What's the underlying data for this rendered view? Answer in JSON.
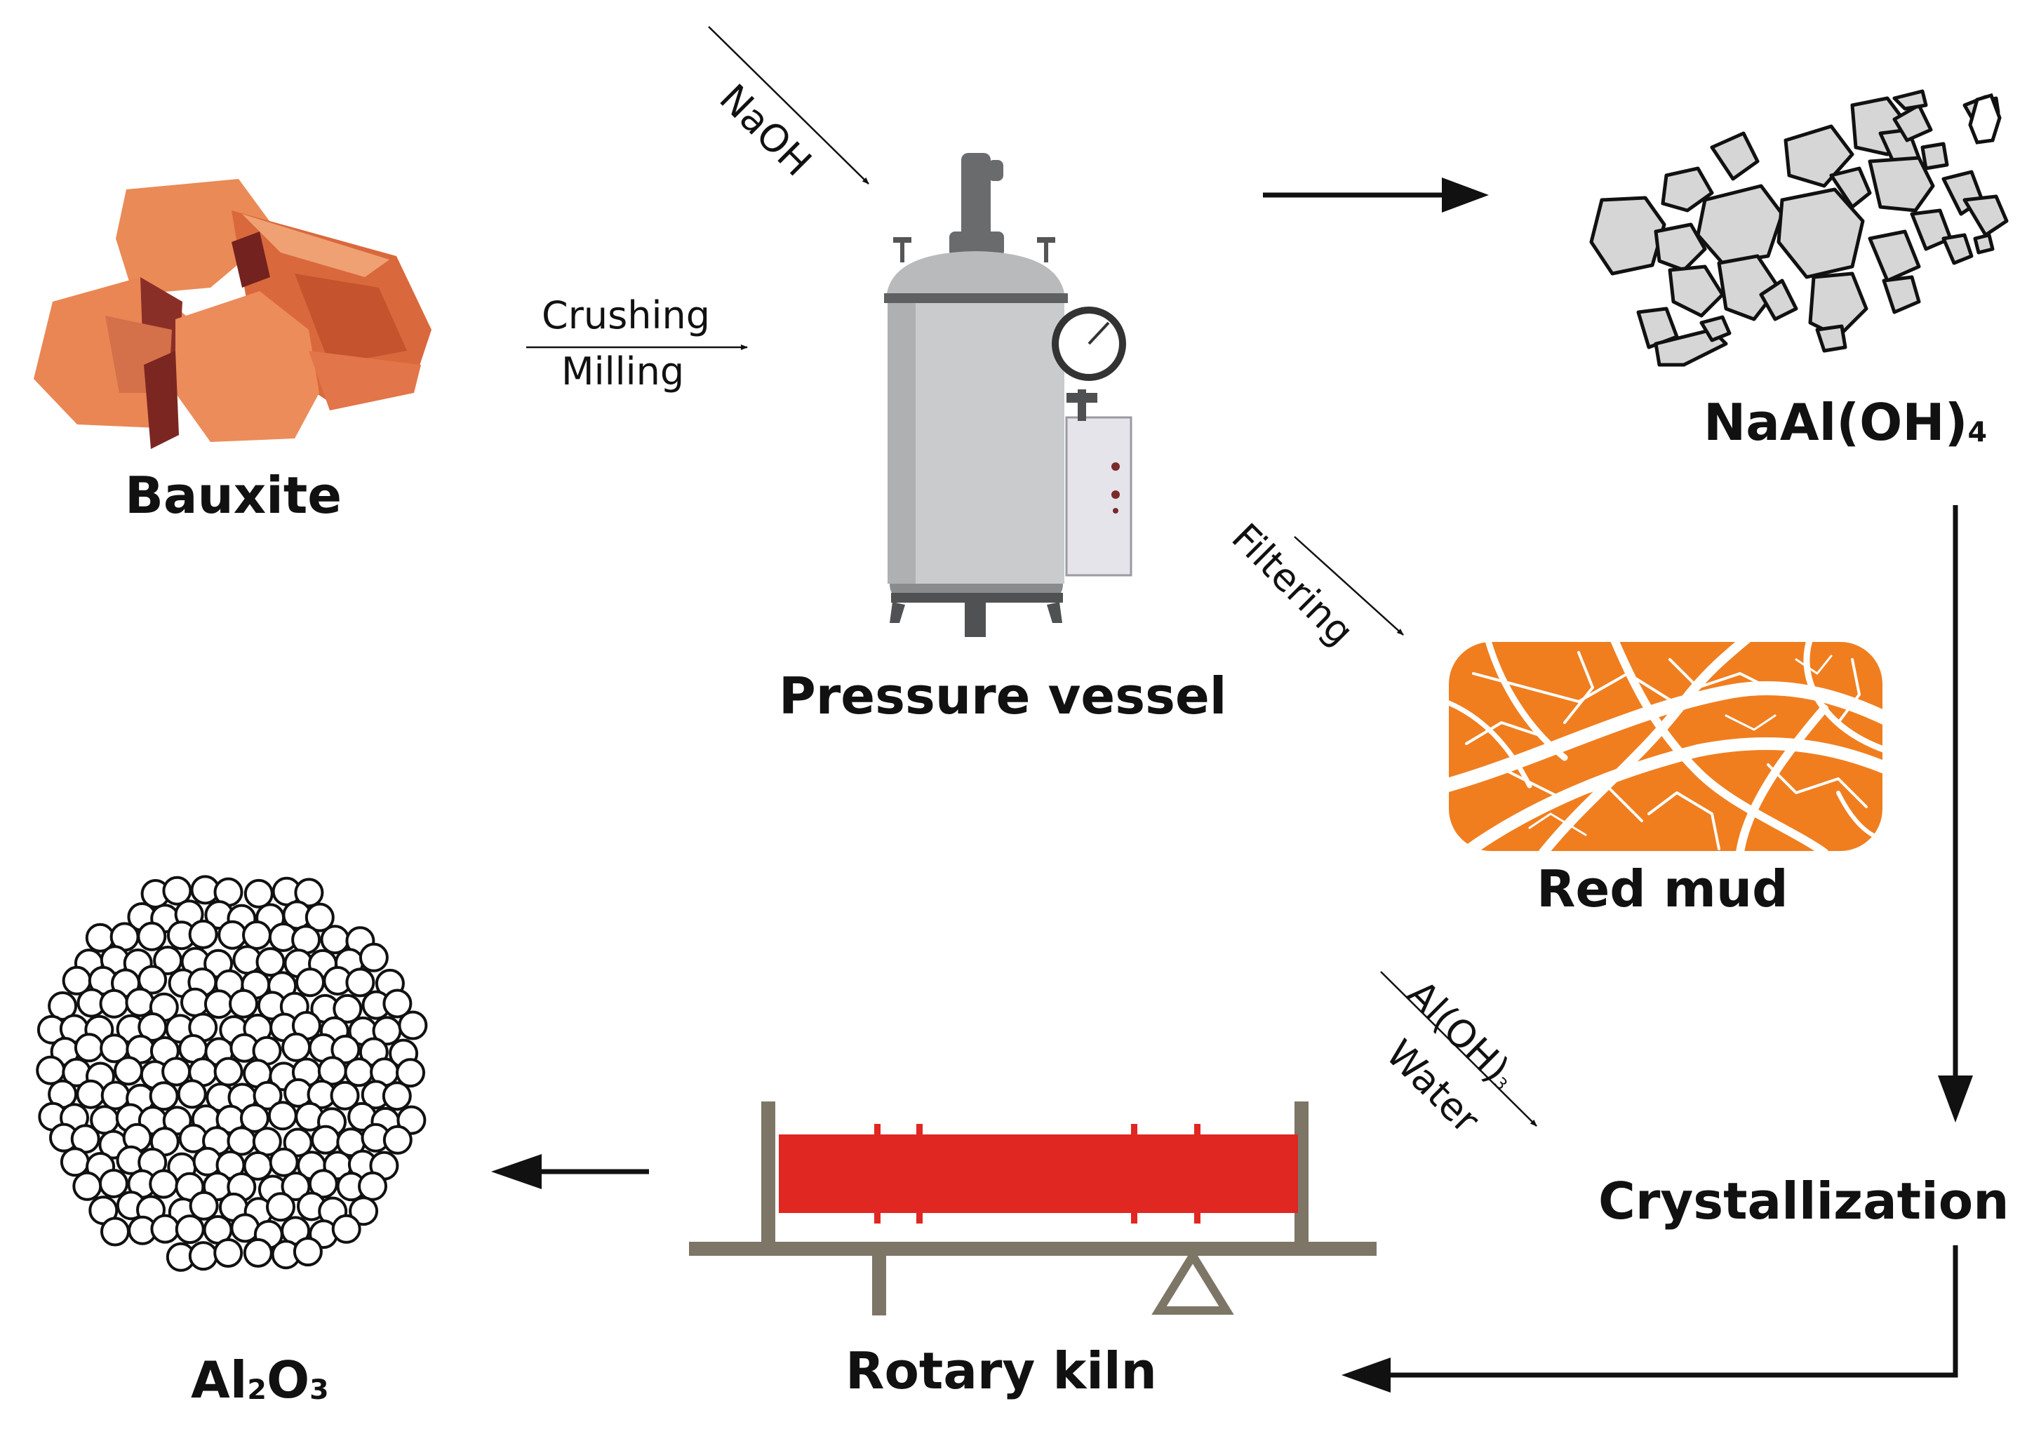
{
  "nodes": {
    "bauxite": "Bauxite",
    "pressure_vessel": "Pressure vessel",
    "naaloh4": {
      "base": "NaAl(OH)",
      "sub": "4"
    },
    "red_mud": "Red mud",
    "crystallization": "Crystallization",
    "rotary_kiln": "Rotary kiln",
    "al2o3": {
      "a": "Al",
      "a_sub": "2",
      "b": "O",
      "b_sub": "3"
    }
  },
  "edges": {
    "crushing": "Crushing",
    "milling": "Milling",
    "naoh": "NaOH",
    "filtering": "Filtering",
    "aloh3": {
      "base": "Al(OH)",
      "sub": "3"
    },
    "water": "Water"
  },
  "colors": {
    "bauxite": "#e8834f",
    "bauxite_dark": "#8a2f28",
    "vessel": "#c9cbcd",
    "vessel_dark": "#5f6062",
    "red_mud": "#f07e1f",
    "kiln": "#e02722",
    "kiln_frame": "#7d7667",
    "crystal_fill": "#d6d6d6",
    "arrow": "#111111"
  }
}
